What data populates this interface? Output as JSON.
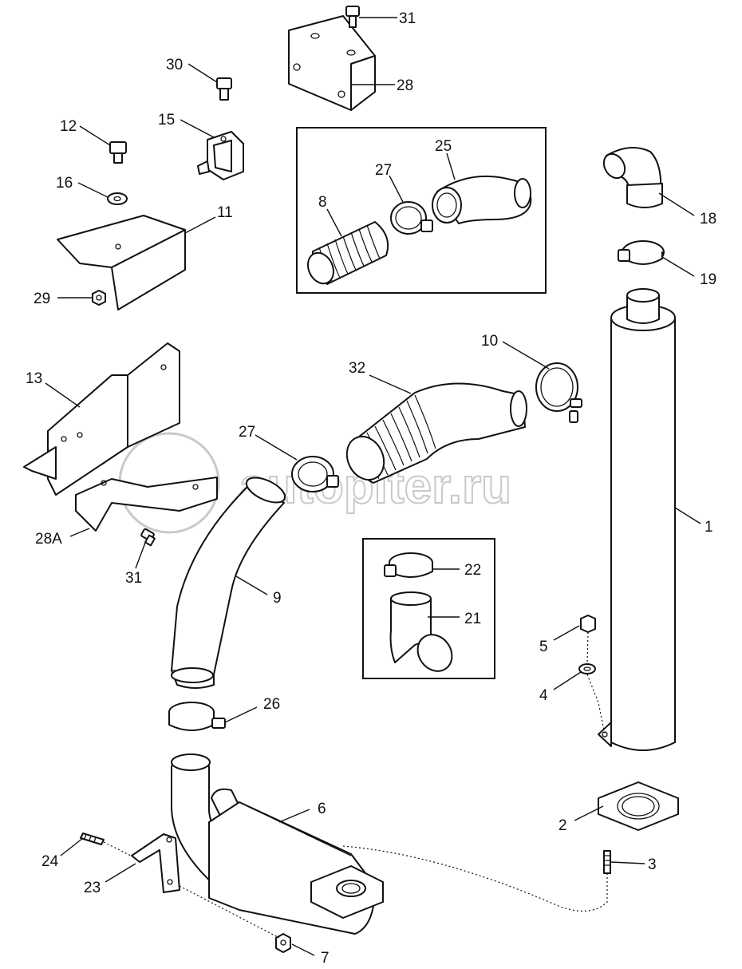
{
  "watermark": "autopiter.ru",
  "callouts": [
    {
      "id": "c1",
      "label": "1"
    },
    {
      "id": "c2",
      "label": "2"
    },
    {
      "id": "c3",
      "label": "3"
    },
    {
      "id": "c4",
      "label": "4"
    },
    {
      "id": "c5",
      "label": "5"
    },
    {
      "id": "c6",
      "label": "6"
    },
    {
      "id": "c7",
      "label": "7"
    },
    {
      "id": "c8",
      "label": "8"
    },
    {
      "id": "c9",
      "label": "9"
    },
    {
      "id": "c10",
      "label": "10"
    },
    {
      "id": "c11",
      "label": "11"
    },
    {
      "id": "c12",
      "label": "12"
    },
    {
      "id": "c13",
      "label": "13"
    },
    {
      "id": "c15",
      "label": "15"
    },
    {
      "id": "c16",
      "label": "16"
    },
    {
      "id": "c18",
      "label": "18"
    },
    {
      "id": "c19",
      "label": "19"
    },
    {
      "id": "c21",
      "label": "21"
    },
    {
      "id": "c22",
      "label": "22"
    },
    {
      "id": "c23",
      "label": "23"
    },
    {
      "id": "c24",
      "label": "24"
    },
    {
      "id": "c25",
      "label": "25"
    },
    {
      "id": "c26",
      "label": "26"
    },
    {
      "id": "c27a",
      "label": "27"
    },
    {
      "id": "c27b",
      "label": "27"
    },
    {
      "id": "c28",
      "label": "28"
    },
    {
      "id": "c28a",
      "label": "28A"
    },
    {
      "id": "c29",
      "label": "29"
    },
    {
      "id": "c30",
      "label": "30"
    },
    {
      "id": "c31a",
      "label": "31"
    },
    {
      "id": "c31b",
      "label": "31"
    },
    {
      "id": "c32",
      "label": "32"
    }
  ]
}
